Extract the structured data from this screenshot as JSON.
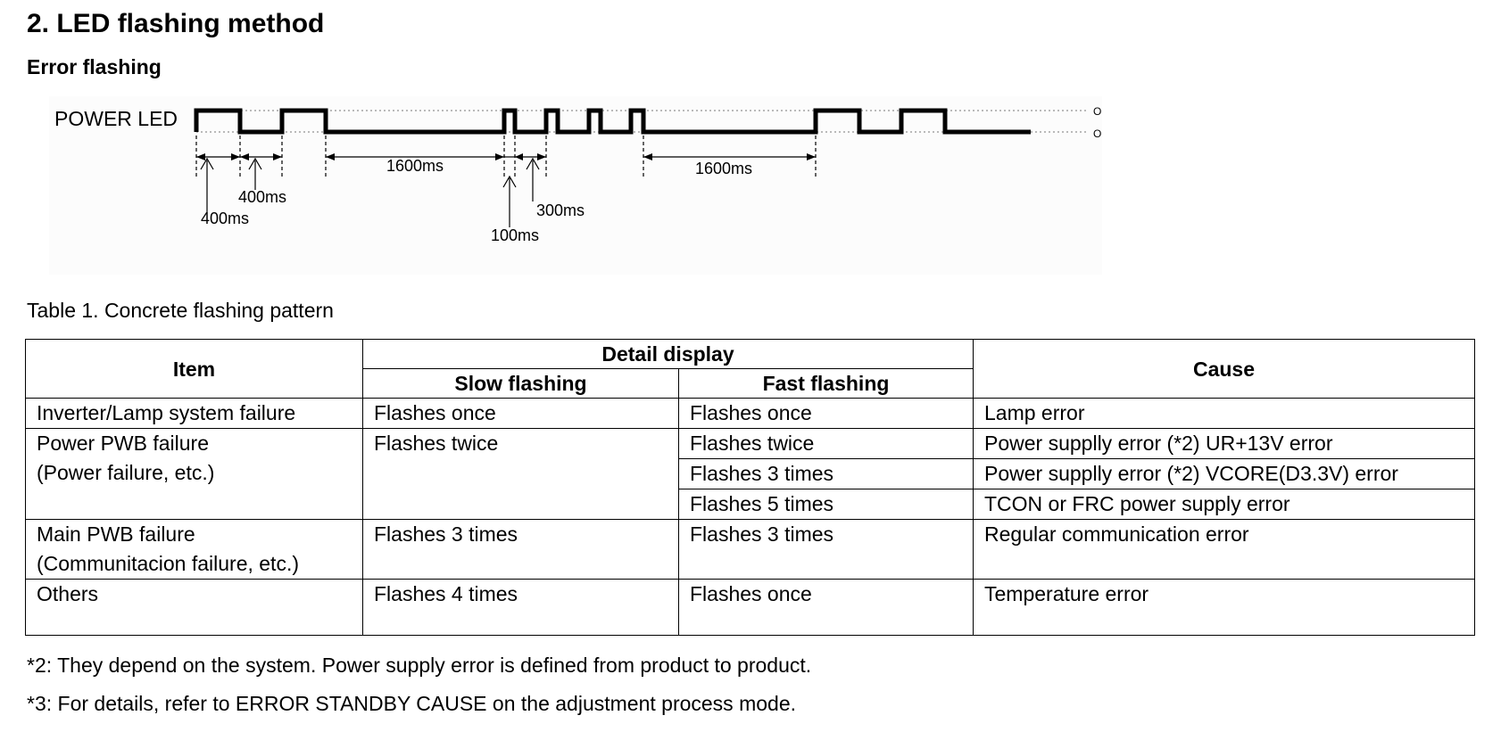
{
  "doc": {
    "heading": "2. LED flashing method",
    "subheading": "Error flashing",
    "table_caption": "Table 1. Concrete flashing pattern"
  },
  "diagram": {
    "signal_label": "POWER LED",
    "on_label": "ON",
    "off_label": "OFF",
    "durations": [
      "400ms",
      "400ms",
      "1600ms",
      "100ms",
      "300ms",
      "1600ms"
    ]
  },
  "table": {
    "headers": {
      "item": "Item",
      "detail": "Detail display",
      "slow": "Slow flashing",
      "fast": "Fast flashing",
      "cause": "Cause"
    },
    "rows": [
      {
        "item": "Inverter/Lamp system failure",
        "slow": "Flashes once",
        "fast": "Flashes once",
        "cause": "Lamp error"
      },
      {
        "item_line1": "Power PWB failure",
        "item_line2": "(Power failure, etc.)",
        "slow": "Flashes twice",
        "fast1": "Flashes twice",
        "cause1": "Power supplly error (*2) UR+13V error",
        "fast2": "Flashes 3 times",
        "cause2": "Power supplly error (*2) VCORE(D3.3V) error",
        "fast3": "Flashes 5 times",
        "cause3": "TCON or FRC power supply error"
      },
      {
        "item_line1": "Main PWB failure",
        "item_line2": "(Communitacion failure, etc.)",
        "slow": "Flashes 3 times",
        "fast": "Flashes 3 times",
        "cause": "Regular communication error"
      },
      {
        "item": "Others",
        "slow": "Flashes 4 times",
        "fast": "Flashes once",
        "cause": "Temperature error"
      }
    ]
  },
  "notes": [
    "*2: They depend on the system. Power supply error is defined from product to product.",
    "*3: For details, refer to ERROR STANDBY CAUSE on the adjustment process mode."
  ]
}
